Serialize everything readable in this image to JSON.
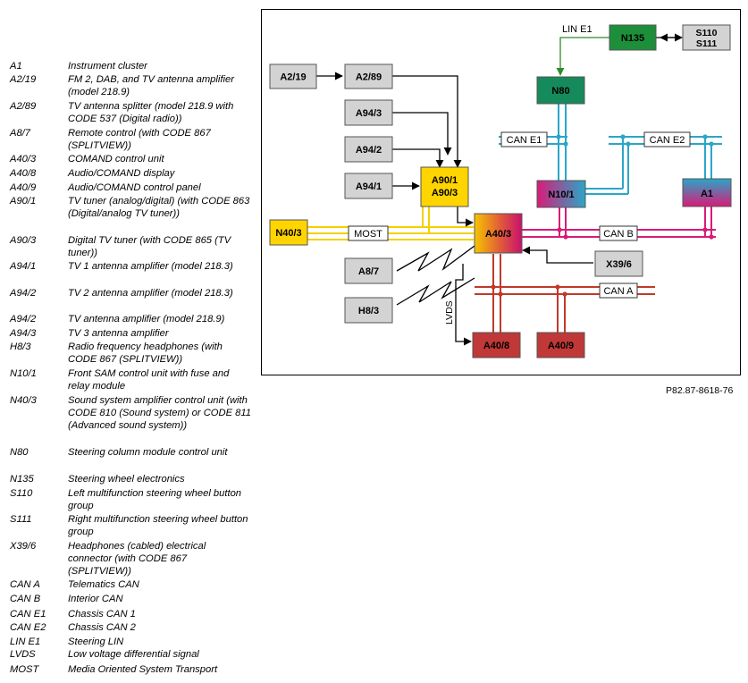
{
  "legend": [
    {
      "code": "A1",
      "desc": "Instrument cluster"
    },
    {
      "code": "A2/19",
      "desc": "FM 2, DAB, and TV antenna amplifier (model 218.9)"
    },
    {
      "code": "A2/89",
      "desc": "TV antenna splitter (model 218.9 with CODE 537 (Digital radio))"
    },
    {
      "code": "A8/7",
      "desc": "Remote control (with CODE 867 (SPLITVIEW))"
    },
    {
      "code": "A40/3",
      "desc": "COMAND control unit"
    },
    {
      "code": "A40/8",
      "desc": "Audio/COMAND display"
    },
    {
      "code": "A40/9",
      "desc": "Audio/COMAND control panel"
    },
    {
      "code": "A90/1",
      "desc": "TV tuner (analog/digital) (with CODE 863 (Digital/analog TV tuner))"
    },
    {
      "code": "A90/3",
      "desc": "Digital TV tuner (with CODE 865 (TV tuner))"
    },
    {
      "code": "A94/1",
      "desc": "TV 1 antenna amplifier (model 218.3)"
    },
    {
      "code": "A94/2",
      "desc": "TV 2 antenna amplifier (model 218.3)"
    },
    {
      "code": "A94/2",
      "desc": "TV antenna amplifier (model 218.9)"
    },
    {
      "code": "A94/3",
      "desc": "TV 3 antenna amplifier"
    },
    {
      "code": "H8/3",
      "desc": "Radio frequency headphones (with CODE 867 (SPLITVIEW))"
    },
    {
      "code": "N10/1",
      "desc": "Front SAM control unit with fuse and relay module"
    },
    {
      "code": "N40/3",
      "desc": "Sound system amplifier control unit (with CODE 810 (Sound system) or CODE 811 (Advanced sound system))"
    },
    {
      "code": "N80",
      "desc": "Steering column module control unit"
    },
    {
      "code": "N135",
      "desc": "Steering wheel electronics"
    },
    {
      "code": "S110",
      "desc": "Left multifunction steering wheel button group"
    },
    {
      "code": "S111",
      "desc": "Right multifunction steering wheel button group"
    },
    {
      "code": "X39/6",
      "desc": "Headphones (cabled) electrical connector (with CODE 867 (SPLITVIEW))"
    },
    {
      "code": "CAN A",
      "desc": "Telematics CAN"
    },
    {
      "code": "CAN B",
      "desc": "Interior CAN"
    },
    {
      "code": "CAN E1",
      "desc": "Chassis CAN 1"
    },
    {
      "code": "CAN E2",
      "desc": "Chassis CAN 2"
    },
    {
      "code": "LIN E1",
      "desc": "Steering LIN"
    },
    {
      "code": "LVDS",
      "desc": "Low voltage differential signal"
    },
    {
      "code": "MOST",
      "desc": "Media Oriented System Transport"
    }
  ],
  "diagram": {
    "nodes": {
      "a2_19": "A2/19",
      "a2_89": "A2/89",
      "a94_3": "A94/3",
      "a94_2": "A94/2",
      "a94_1": "A94/1",
      "a90": [
        "A90/1",
        "A90/3"
      ],
      "n40_3": "N40/3",
      "a40_3": "A40/3",
      "a8_7": "A8/7",
      "h8_3": "H8/3",
      "x39_6": "X39/6",
      "a40_8": "A40/8",
      "a40_9": "A40/9",
      "n135": "N135",
      "s110_111": [
        "S110",
        "S111"
      ],
      "n80": "N80",
      "n10_1": "N10/1",
      "a1": "A1"
    },
    "bus_labels": {
      "lin_e1": "LIN E1",
      "can_e1": "CAN E1",
      "can_e2": "CAN E2",
      "can_b": "CAN B",
      "can_a": "CAN A",
      "most": "MOST",
      "lvds": "LVDS"
    },
    "colors": {
      "can_b": "#d81b78",
      "can_a": "#c0392b",
      "can_e": "#2aa6c8",
      "lin": "#2e8b2e",
      "most": "#f5d000",
      "gray_box": "#d3d3d3",
      "n135": "#1d8f3a",
      "n80": "#158a5a",
      "a90": "#ffd400",
      "n40_3": "#ffd400",
      "a40_8": "#c03838",
      "a40_9": "#c03838"
    }
  },
  "figure_ref": "P82.87-8618-76"
}
